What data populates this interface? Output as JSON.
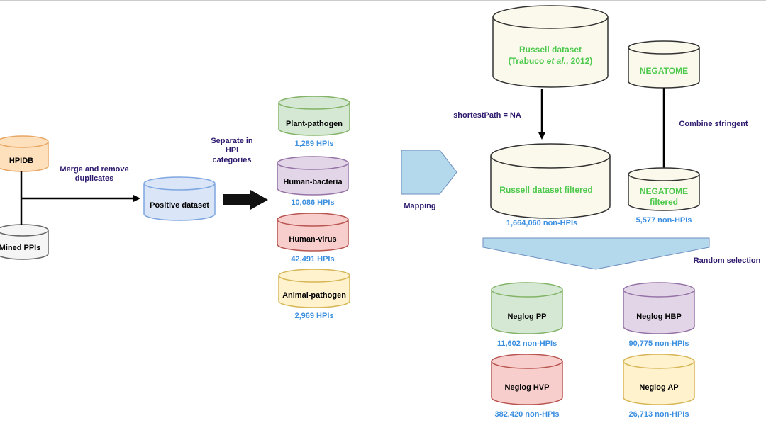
{
  "colors": {
    "dark_label": "#2e1a6e",
    "count_blue": "#3b8fe0",
    "green_text": "#4cc94c",
    "orange_fill": "#ffe0bd",
    "orange_stroke": "#e8a765",
    "gray_fill": "#f5f5f5",
    "gray_stroke": "#666666",
    "blue_fill": "#dae6f8",
    "blue_stroke": "#7ea6e0",
    "green_fill": "#d5e8d4",
    "green_stroke": "#82b366",
    "purple_fill": "#e1d5e7",
    "purple_stroke": "#9673a6",
    "red_fill": "#f8cecc",
    "red_stroke": "#b85450",
    "yellow_fill": "#fff2cc",
    "yellow_stroke": "#d6b656",
    "cream_fill": "#fbf9eb",
    "cream_stroke": "#333333",
    "arrow_fill": "#b4d8ec",
    "arrow_stroke": "#6c8ebf"
  },
  "sources": {
    "hpidb": "HPIDB",
    "mined_ppis": "Mined PPIs"
  },
  "merge_label": {
    "line1": "Merge and remove",
    "line2": "duplicates"
  },
  "positive_dataset": "Positive dataset",
  "separate_label": {
    "line1": "Separate in",
    "line2": "HPI",
    "line3": "categories"
  },
  "categories": [
    {
      "name": "Plant-pathogen",
      "count": "1,289 HPIs"
    },
    {
      "name": "Human-bacteria",
      "count": "10,086 HPIs"
    },
    {
      "name": "Human-virus",
      "count": "42,491 HPIs"
    },
    {
      "name": "Animal-pathogen",
      "count": "2,969 HPIs"
    }
  ],
  "mapping_label": "Mapping",
  "russell": {
    "line1": "Russell dataset",
    "line2_pre": "(Trabuco ",
    "line2_ital": "et al.",
    "line2_post": ",  2012)"
  },
  "shortest_path_label": "shortestPath = NA",
  "russell_filtered": {
    "name": "Russell dataset filtered",
    "count": "1,664,060 non-HPIs"
  },
  "negatome": "NEGATOME",
  "combine_label": "Combine stringent",
  "negatome_filtered": {
    "line1": "NEGATOME",
    "line2": "filtered",
    "count": "5,577 non-HPIs"
  },
  "random_selection_label": "Random selection",
  "neglog": [
    {
      "name": "Neglog PP",
      "count": "11,602 non-HPIs"
    },
    {
      "name": "Neglog HBP",
      "count": "90,775 non-HPIs"
    },
    {
      "name": "Neglog HVP",
      "count": "382,420 non-HPIs"
    },
    {
      "name": "Neglog AP",
      "count": "26,713 non-HPIs"
    }
  ]
}
